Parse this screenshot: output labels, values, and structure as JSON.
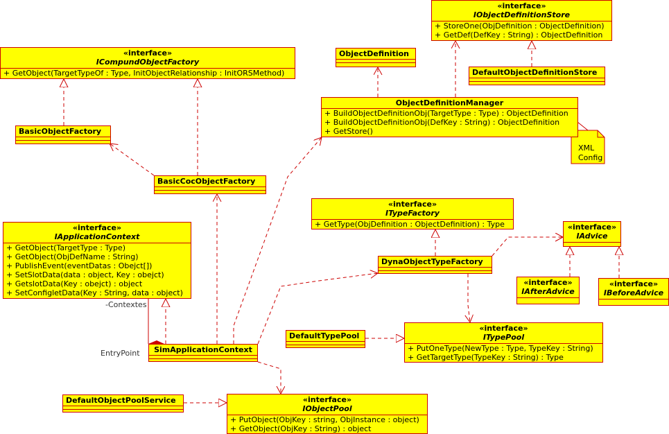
{
  "stereotype": "«interface»",
  "classes": {
    "IObjectDefinitionStore": {
      "name": "IObjectDefinitionStore",
      "ops": [
        "+ StoreOne(ObjDefinition : ObjectDefinition)",
        "+ GetDef(DefKey : String) : ObjectDefinition"
      ]
    },
    "ICompundObjectFactory": {
      "name": "ICompundObjectFactory",
      "ops": [
        "+ GetObject(TargetTypeOf : Type, InitObjectRelationship : InitORSMethod)"
      ]
    },
    "ObjectDefinition": {
      "name": "ObjectDefinition"
    },
    "DefaultObjectDefinitionStore": {
      "name": "DefaultObjectDefinitionStore"
    },
    "ObjectDefinitionManager": {
      "name": "ObjectDefinitionManager",
      "ops": [
        "+ BuildObjectDefinitionObj(TargetType : Type) : ObjectDefinition",
        "+ BuildObjectDefinitionObj(DefKey : String) : ObjectDefinition",
        "+ GetStore()"
      ]
    },
    "BasicObjectFactory": {
      "name": "BasicObjectFactory"
    },
    "BasicCocObjectFactory": {
      "name": "BasicCocObjectFactory"
    },
    "ITypeFactory": {
      "name": "ITypeFactory",
      "ops": [
        "+ GetType(ObjDefinition : ObjectDefinition) : Type"
      ]
    },
    "IApplicationContext": {
      "name": "IApplicationContext",
      "ops": [
        "+ GetObject(TargetType : Type)",
        "+ GetObject(ObjDefName : String)",
        "+ PublishEvent(eventDatas : Obejct[])",
        "+ SetSlotData(data : object, Key : obejct)",
        "+ GetslotData(Key : obejct) : object",
        "+ SetConfigletData(Key : String, data : object)"
      ]
    },
    "IAdvice": {
      "name": "IAdvice"
    },
    "DynaObjectTypeFactory": {
      "name": "DynaObjectTypeFactory"
    },
    "IAfterAdvice": {
      "name": "IAfterAdvice"
    },
    "IBeforeAdvice": {
      "name": "IBeforeAdvice"
    },
    "DefaultTypePool": {
      "name": "DefaultTypePool"
    },
    "ITypePool": {
      "name": "ITypePool",
      "ops": [
        "+ PutOneType(NewType : Type, TypeKey : String)",
        "+ GetTargetType(TypeKey : String) : Type"
      ]
    },
    "SimApplicationContext": {
      "name": "SimApplicationContext"
    },
    "DefaultObjectPoolService": {
      "name": "DefaultObjectPoolService"
    },
    "IObjectPool": {
      "name": "IObjectPool",
      "ops": [
        "+ PutObject(ObjKey : string, ObjInstance : object)",
        "+ GetObject(ObjKey : String) : object"
      ]
    }
  },
  "labels": {
    "contextes": "-Contextes",
    "entry_point": "EntryPoint"
  },
  "note": {
    "line1": "XML",
    "line2": "Config"
  },
  "colors": {
    "fill": "#ffff00",
    "border": "#cc0000",
    "line": "#cc0000"
  }
}
